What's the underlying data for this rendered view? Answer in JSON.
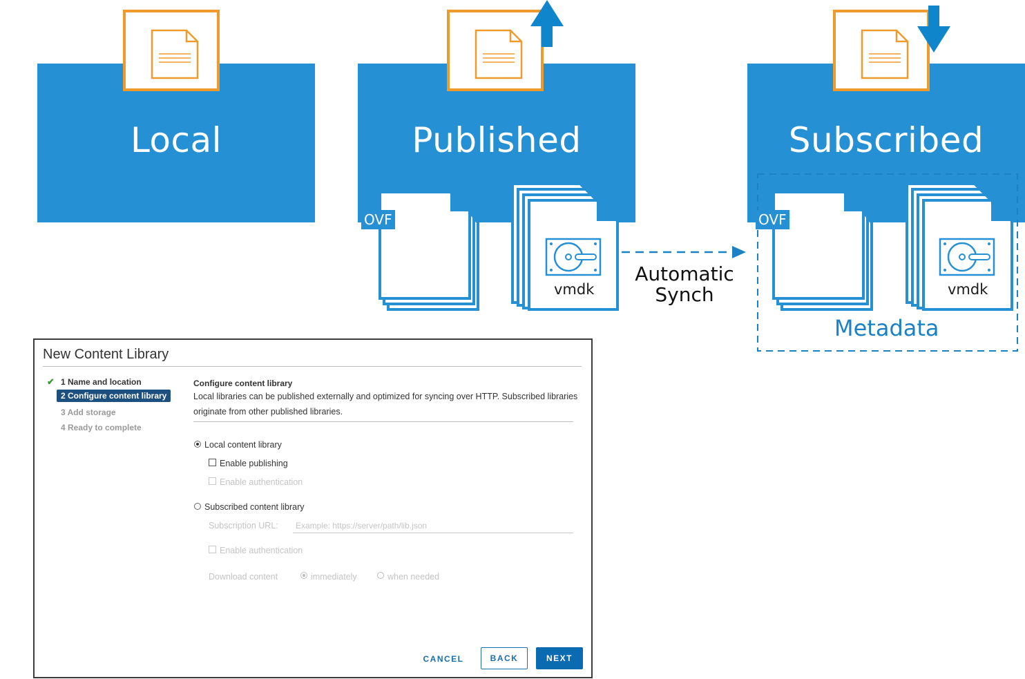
{
  "colors": {
    "library_blue": "#2590d3",
    "doc_orange": "#ef9b2c",
    "arrow_blue": "#0f86cb",
    "metadata_blue": "#1a82c4"
  },
  "libraries": {
    "local": {
      "title": "Local"
    },
    "published": {
      "title": "Published",
      "arrow": "upload-arrow-icon"
    },
    "subscribed": {
      "title": "Subscribed",
      "arrow": "download-arrow-icon"
    }
  },
  "files": {
    "ovf_tag": "OVF",
    "vmdk_label": "vmdk"
  },
  "sync": {
    "line1": "Automatic",
    "line2": "Synch"
  },
  "metadata_label": "Metadata",
  "dialog": {
    "title": "New Content Library",
    "steps": [
      {
        "label": "1 Name and location",
        "state": "done"
      },
      {
        "label": "2 Configure content library",
        "state": "active"
      },
      {
        "label": "3 Add storage",
        "state": "todo"
      },
      {
        "label": "4 Ready to complete",
        "state": "todo"
      }
    ],
    "section_title": "Configure content library",
    "description": "Local libraries can be published externally and optimized for syncing over HTTP. Subscribed libraries originate from other published libraries.",
    "local_option": "Local content library",
    "enable_publishing": "Enable publishing",
    "enable_authentication": "Enable authentication",
    "subscribed_option": "Subscribed content library",
    "subscription_url_label": "Subscription URL:",
    "subscription_url_placeholder": "Example: https://server/path/lib.json",
    "sub_enable_authentication": "Enable authentication",
    "download_content_label": "Download content",
    "download_immediately": "immediately",
    "download_when_needed": "when needed",
    "buttons": {
      "cancel": "CANCEL",
      "back": "BACK",
      "next": "NEXT"
    }
  }
}
